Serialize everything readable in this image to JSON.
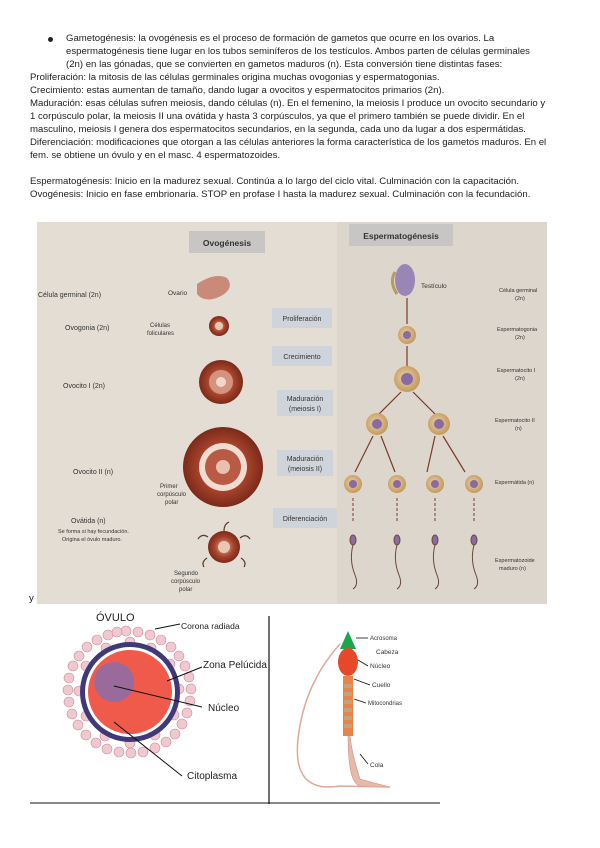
{
  "intro": {
    "bullet_line1": "Gametogénesis: la ovogénesis es el proceso de formación de gametos que ocurre en los ovarios. La",
    "bullet_line2": "espermatogénesis tiene lugar en los tubos seminíferos de los testículos. Ambos parten de células germinales",
    "bullet_line3": "(2n) en las gónadas, que se convierten en gametos maduros (n). Esta conversión tiene distintas fases:"
  },
  "phases": [
    "Proliferación: la mitosis de las células germinales origina muchas ovogonias y espermatogonias.",
    "Crecimiento: estas aumentan de tamaño, dando lugar a ovocitos y espermatocitos primarios (2n).",
    "Maduración: esas células sufren meiosis, dando células (n). En el femenino, la meiosis I produce un ovocito secundario y",
    "1 corpúsculo polar, la meiosis II una ovátida y hasta 3 corpúsculos, ya que el primero también se puede dividir. En el",
    "masculino, meiosis I genera dos espermatocitos secundarios, en la segunda, cada uno da lugar a dos espermátidas.",
    "Diferenciación: modificaciones que otorgan a las células anteriores la forma característica de los gametos maduros. En el",
    "fem. se obtiene un óvulo y en el masc. 4 espermatozoides."
  ],
  "timeline": [
    "Espermatogénesis: Inicio en la madurez sexual. Continúa a lo largo del ciclo vital. Culminación con la capacitación.",
    "Ovogénesis: Inicio en fase embrionaria. STOP en profase I hasta la madurez sexual. Culminación con la fecundación."
  ],
  "stray_letter": "y",
  "figure1": {
    "left_title": "Ovogénesis",
    "right_title": "Espermatogénesis",
    "left_rows": [
      "Célula germinal (2n)",
      "Ovogonia (2n)",
      "Ovocito I (2n)",
      "Ovocito II (n)",
      "Ovátida (n)"
    ],
    "ovatida_note1": "Se forma si hay fecundación.",
    "ovatida_note2": "Origina el óvulo maduro.",
    "left_annotations": {
      "ovario": "Ovario",
      "celulas": "Células",
      "foliculares": "foliculares",
      "primer1": "Primer",
      "primer2": "corpúsculo",
      "primer3": "polar",
      "segundo1": "Segundo",
      "segundo2": "corpúsculo",
      "segundo3": "polar"
    },
    "stages": [
      "Proliferación",
      "Crecimiento",
      "Maduración",
      "(meiosis I)",
      "Maduración",
      "(meiosis II)",
      "Diferenciación"
    ],
    "testiculo": "Testículo",
    "right_rows": [
      [
        "Célula germinal",
        "(2n)"
      ],
      [
        "Espermatogonia",
        "(2n)"
      ],
      [
        "Espermatocito I",
        "(2n)"
      ],
      [
        "Espermatocito II",
        "(n)"
      ],
      [
        "Espermátida (n)",
        ""
      ],
      [
        "Espermatozoide",
        "maduro (n)"
      ]
    ]
  },
  "figure2": {
    "title": "ÓVULO",
    "corona": "Corona radiada",
    "zona": "Zona Pelúcida",
    "nucleo": "Núcleo",
    "citoplasma": "Citoplasma"
  },
  "figure3": {
    "acrosoma": "Acrosoma",
    "cabeza": "Cabeza",
    "nucleo": "Núcleo",
    "cuello": "Cuello",
    "mitocondrias": "Mitocondrias",
    "cola": "Cola"
  }
}
